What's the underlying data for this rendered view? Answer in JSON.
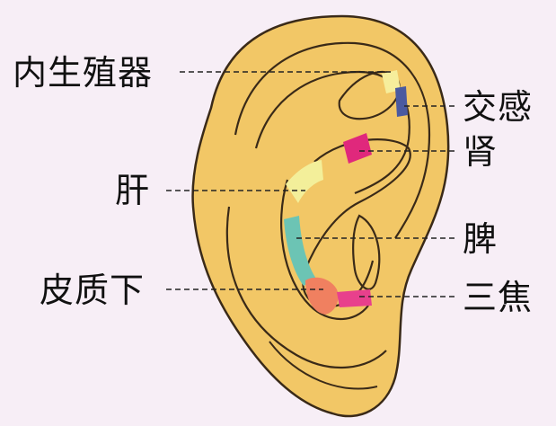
{
  "labels": {
    "reproductive": "内生殖器",
    "sympathetic": "交感",
    "kidney": "肾",
    "liver": "肝",
    "spleen": "脾",
    "subcortex": "皮质下",
    "sanjiao": "三焦"
  },
  "colors": {
    "background": "#f7eef6",
    "skin": "#f2c766",
    "outline": "#3a2a18",
    "reproductive": "#f6ee9c",
    "sympathetic": "#4a5aa0",
    "kidney": "#e0287c",
    "liver": "#f3ef9a",
    "spleen": "#6cc4b4",
    "subcortex": "#f08060",
    "sanjiao": "#e8408c"
  }
}
